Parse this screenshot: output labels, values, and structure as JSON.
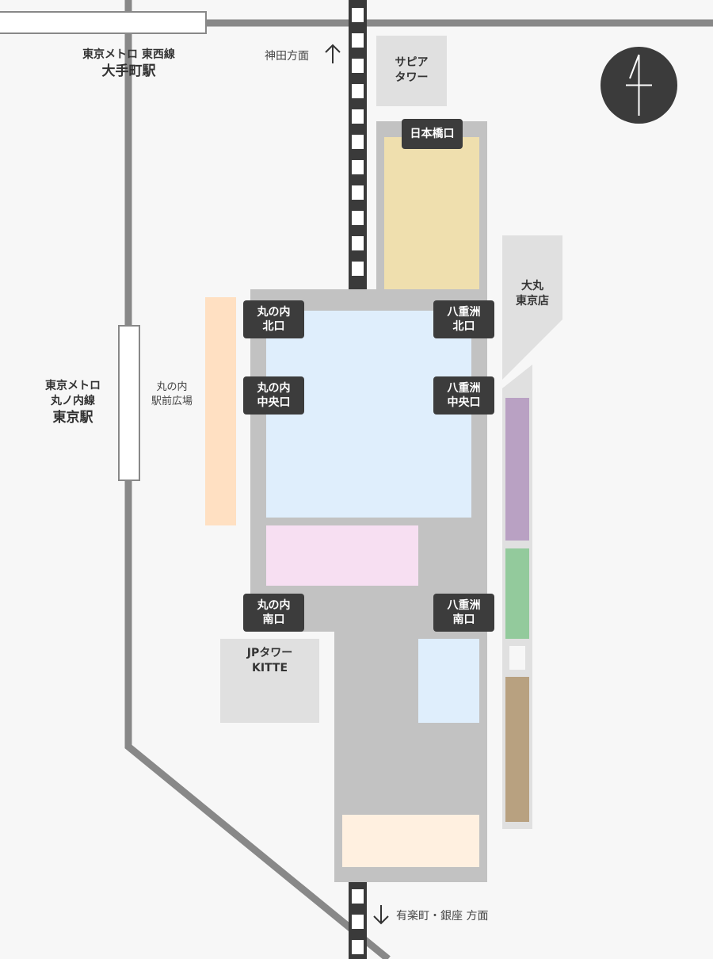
{
  "stations": {
    "otemachi": {
      "line": "東京メトロ 東西線",
      "name": "大手町駅"
    },
    "tokyo_marunouchi": {
      "line1": "東京メトロ",
      "line2": "丸ノ内線",
      "name": "東京駅"
    }
  },
  "directions": {
    "north": "神田方面",
    "south": "有楽町・銀座 方面"
  },
  "buildings": {
    "sapia": [
      "サピア",
      "タワー"
    ],
    "daimaru": [
      "大丸",
      "東京店"
    ],
    "jp_tower": [
      "JPタワー",
      "KITTE"
    ],
    "plaza": [
      "丸の内",
      "駅前広場"
    ]
  },
  "gates": {
    "nihonbashi": [
      "日本橋口"
    ],
    "marunouchi_north": [
      "丸の内",
      "北口"
    ],
    "marunouchi_central": [
      "丸の内",
      "中央口"
    ],
    "marunouchi_south": [
      "丸の内",
      "南口"
    ],
    "yaesu_north": [
      "八重洲",
      "北口"
    ],
    "yaesu_central": [
      "八重洲",
      "中央口"
    ],
    "yaesu_south": [
      "八重洲",
      "南口"
    ]
  },
  "colors": {
    "background": "#f7f7f7",
    "station_body": "#c2c2c2",
    "building": "#e0e0e0",
    "gate": "#3c3c3c",
    "metro_line": "#888888",
    "jr_track": "#3a3a3a",
    "zone_yellow": "#efdfae",
    "zone_blue": "#dfeefc",
    "zone_pink": "#f7dff2",
    "zone_cream": "#fff0e0",
    "plaza_orange": "#ffe0c2",
    "strip_purple": "#b9a1c3",
    "strip_green": "#93ca9c",
    "strip_brown": "#b8a180",
    "compass": "#3b3b3b"
  },
  "icons": {
    "compass": "north-arrow-icon",
    "north": "arrow-up-icon",
    "south": "arrow-down-icon"
  }
}
